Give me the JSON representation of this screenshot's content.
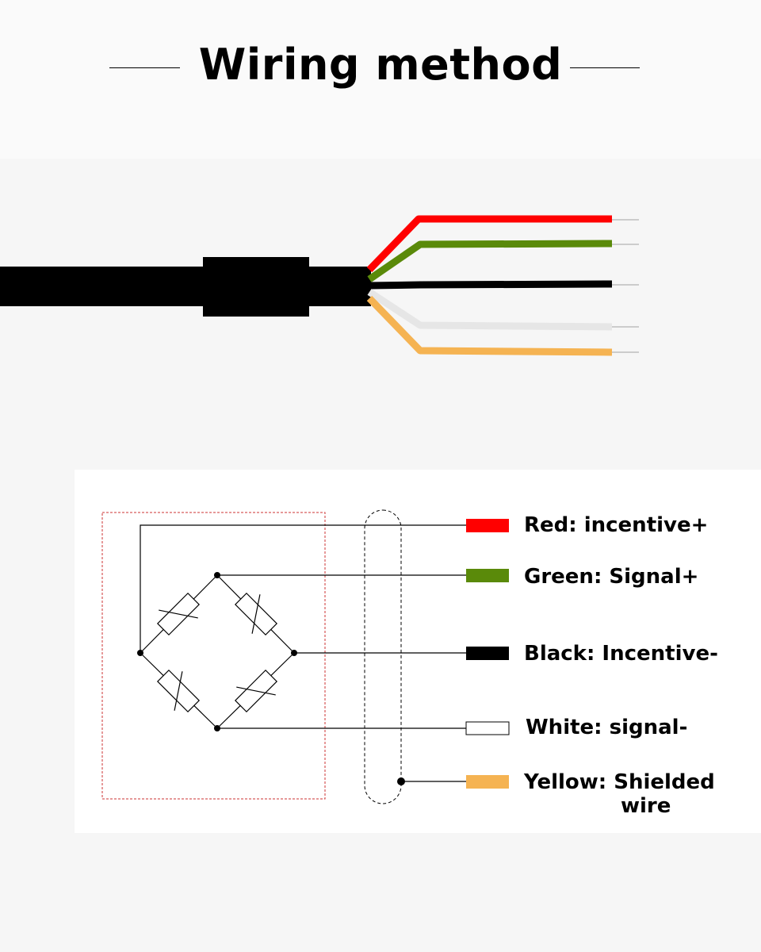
{
  "header": {
    "title": "Wiring method"
  },
  "colors": {
    "red": "#ff0000",
    "green": "#5a8a0a",
    "black": "#000000",
    "white": "#e6e6e6",
    "yellow": "#f5b352",
    "conductor_tip": "#cccccc",
    "frame_dashed": "#cc3333"
  },
  "legend": {
    "red": "Red: incentive+",
    "green": "Green: Signal+",
    "black": "Black: Incentive-",
    "white": "White: signal-",
    "yellow_line1": "Yellow: Shielded",
    "yellow_line2": "wire"
  }
}
